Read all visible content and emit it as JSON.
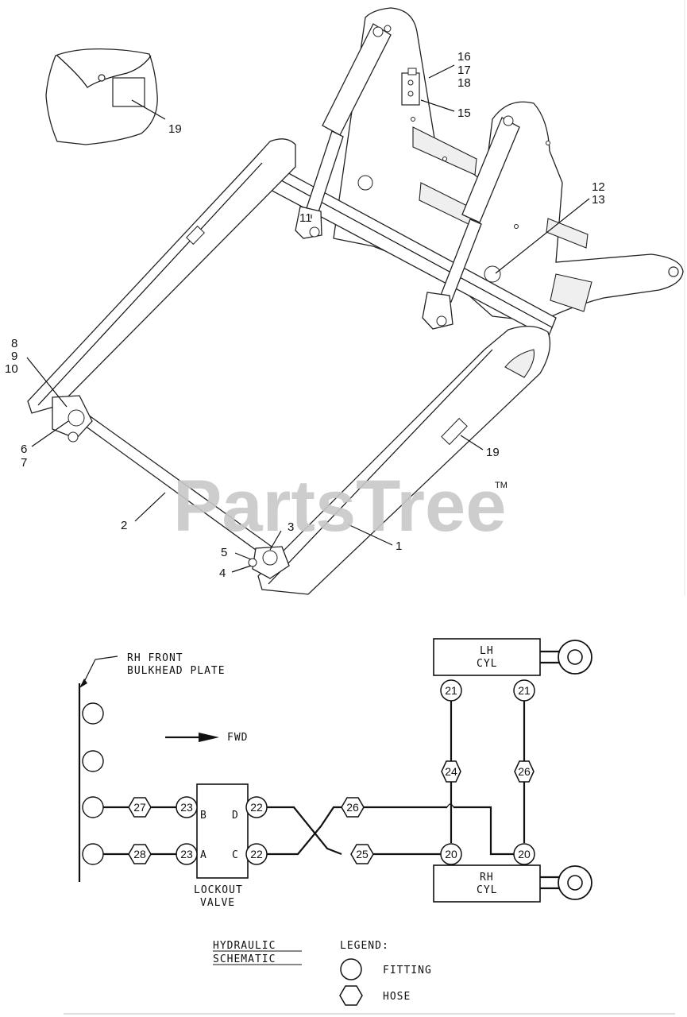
{
  "watermark": {
    "text": "PartsTree",
    "tm": "TM"
  },
  "callouts": {
    "c1": "1",
    "c2": "2",
    "c3": "3",
    "c4": "4",
    "c5": "5",
    "c6": "6",
    "c7": "7",
    "c8": "8",
    "c9": "9",
    "c10": "10",
    "c11": "11",
    "c12": "12",
    "c13": "13",
    "c15": "15",
    "c16": "16",
    "c17": "17",
    "c18": "18",
    "c19a": "19",
    "c19b": "19"
  },
  "schematic": {
    "bulkhead_line1": "RH FRONT",
    "bulkhead_line2": "BULKHEAD PLATE",
    "fwd": "FWD",
    "lh_cyl_line1": "LH",
    "lh_cyl_line2": "CYL",
    "rh_cyl_line1": "RH",
    "rh_cyl_line2": "CYL",
    "lockout_line1": "LOCKOUT",
    "lockout_line2": "VALVE",
    "port_a": "A",
    "port_b": "B",
    "port_c": "C",
    "port_d": "D",
    "n20a": "20",
    "n20b": "20",
    "n21a": "21",
    "n21b": "21",
    "n22a": "22",
    "n22b": "22",
    "n23a": "23",
    "n23b": "23",
    "n24": "24",
    "n25": "25",
    "n26a": "26",
    "n26b": "26",
    "n27": "27",
    "n28": "28"
  },
  "legend": {
    "title_line1": "HYDRAULIC",
    "title_line2": "SCHEMATIC",
    "heading": "LEGEND:",
    "fitting": "FITTING",
    "hose": "HOSE"
  }
}
